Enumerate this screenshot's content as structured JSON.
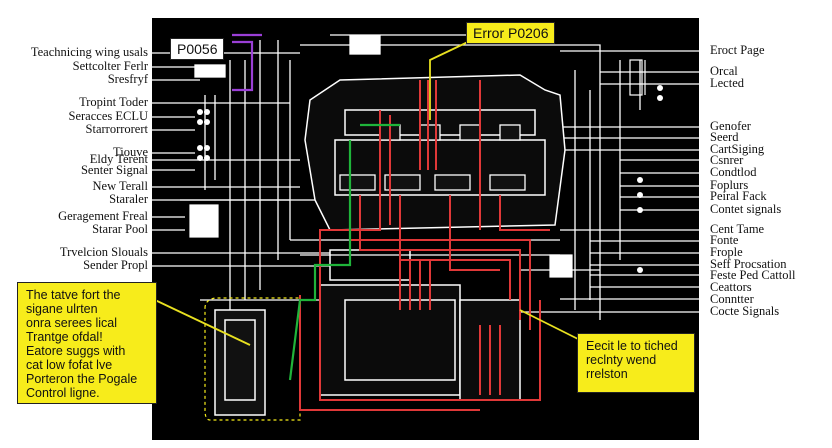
{
  "error_box": {
    "text": "Error P0206"
  },
  "code_box": {
    "text": "P0056"
  },
  "left_labels": [
    "Teachnicing wing usals",
    "Settcolter Ferlr",
    "Sresfryf",
    "Tropint Toder",
    "Seracces ECLU",
    "Starrorrorert",
    "Tiouve",
    "Eldy Terent",
    "Senter Signal",
    "New Terall",
    "Staraler",
    "Geragement Freal",
    "Starar Pool",
    "Trvelcion Slouals",
    "Sender Propl"
  ],
  "right_labels": [
    "Eroct Page",
    "Orcal",
    "Lected",
    "Genofer",
    "Seerd",
    "CartSiging",
    "Csnrer",
    "Condtlod",
    "Foplurs",
    "Peiral Fack",
    "Contet signals",
    "Cent Tame",
    "Fonte",
    "Frople",
    "Seff Procsation",
    "Feste Ped Cattoll",
    "Ceattors",
    "Conntter",
    "Cocte Signals"
  ],
  "callout_left": {
    "lines": [
      "The tatve fort the",
      "sigane ulrten",
      "onra serees lical",
      "Trantge ofdal!",
      "Eatore suggs with",
      "cat low fofat lve",
      "Porteron the Pogale",
      "Control ligne."
    ]
  },
  "callout_right": {
    "lines": [
      "Eecit le to tiched",
      "reclnty wend",
      "rrelston"
    ]
  },
  "colors": {
    "background": "#000000",
    "wire_red": "#e03838",
    "wire_green": "#1fb43a",
    "wire_purple": "#9a3fd6",
    "wire_yellow": "#e8e020",
    "highlight": "#f7ec1b"
  }
}
